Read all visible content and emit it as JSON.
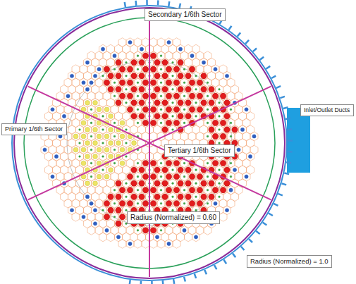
{
  "diagram": {
    "nodes": [
      {
        "text": [
          "Secondary 1/6th Sector"
        ]
      },
      {
        "text": [
          "Inlet/Outlet Ducts"
        ]
      },
      {
        "text": [
          "Primary 1/6th Sector"
        ]
      },
      {
        "text": [
          "Tertiary 1/6th Sector"
        ]
      },
      {
        "text": [
          "Radius (Normalized) = 0.60"
        ]
      },
      {
        "text": [
          "Radius (Normalized) = 1.0"
        ]
      }
    ]
  }
}
